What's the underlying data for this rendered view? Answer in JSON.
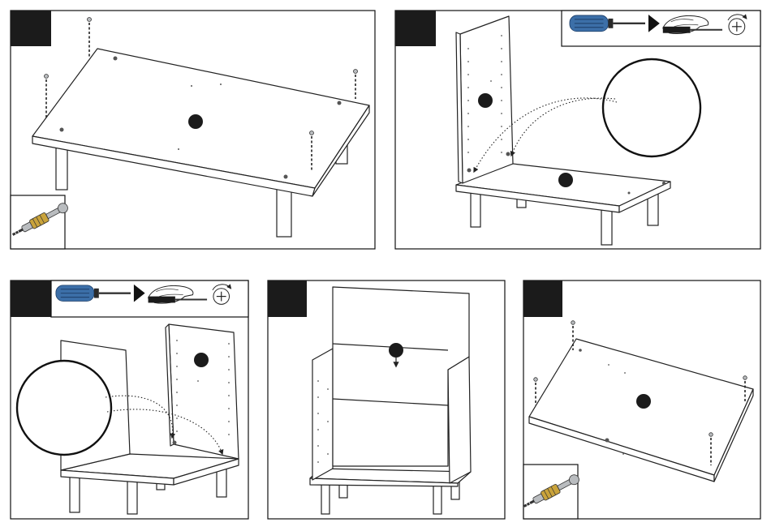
{
  "page": {
    "description_kind": "assembly-instructions"
  },
  "steps": [
    {
      "id": "step1",
      "has_screw_detail": true,
      "has_tool_detail": false
    },
    {
      "id": "step2",
      "has_screw_detail": false,
      "has_tool_detail": true
    },
    {
      "id": "step3",
      "has_screw_detail": false,
      "has_tool_detail": true
    },
    {
      "id": "step4",
      "has_screw_detail": false,
      "has_tool_detail": false
    },
    {
      "id": "step5",
      "has_screw_detail": true,
      "has_tool_detail": false
    }
  ],
  "icons": {
    "screwdriver": "screwdriver-icon",
    "hand": "hand-turning-icon",
    "rotate": "rotate-clockwise-icon",
    "cam_bolt": "cam-bolt-icon"
  },
  "colors": {
    "badge": "#1b1b1b",
    "screwdriver_handle": "#3c6fa8",
    "bolt_metal": "#b9bcbf",
    "bolt_sleeve": "#c9a33b"
  }
}
